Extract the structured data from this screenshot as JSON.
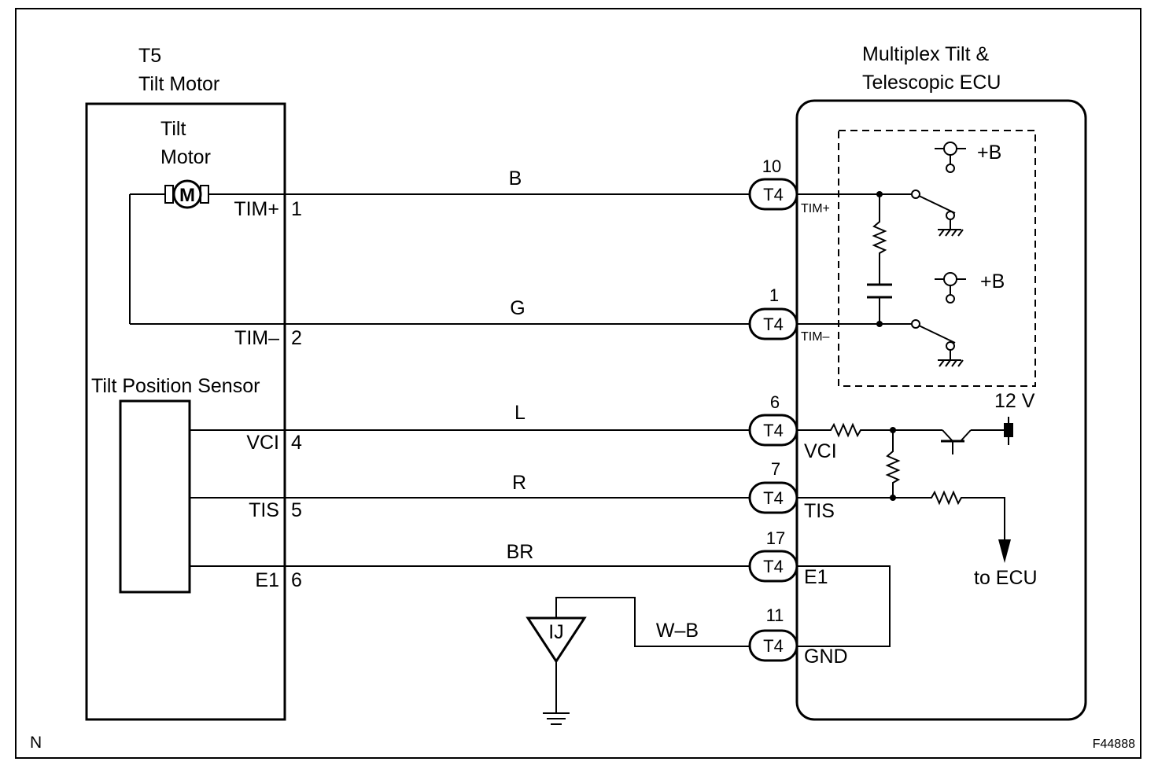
{
  "tilt_motor_unit": {
    "code": "T5",
    "name": "Tilt Motor",
    "motor_label_line1": "Tilt",
    "motor_label_line2": "Motor",
    "motor_symbol": "M",
    "sensor_label": "Tilt Position Sensor"
  },
  "ecu": {
    "title_line1": "Multiplex Tilt &",
    "title_line2": "Telescopic ECU",
    "supply_top": "+B",
    "supply_bottom": "+B",
    "voltage": "12 V",
    "to_ecu": "to ECU"
  },
  "wires": [
    {
      "color": "B",
      "left_terminal": "TIM+",
      "left_pin": "1",
      "conn_pin": "10",
      "connector": "T4",
      "ecu_terminal": "TIM+"
    },
    {
      "color": "G",
      "left_terminal": "TIM–",
      "left_pin": "2",
      "conn_pin": "1",
      "connector": "T4",
      "ecu_terminal": "TIM–"
    },
    {
      "color": "L",
      "left_terminal": "VCI",
      "left_pin": "4",
      "conn_pin": "6",
      "connector": "T4",
      "ecu_terminal": "VCI"
    },
    {
      "color": "R",
      "left_terminal": "TIS",
      "left_pin": "5",
      "conn_pin": "7",
      "connector": "T4",
      "ecu_terminal": "TIS"
    },
    {
      "color": "BR",
      "left_terminal": "E1",
      "left_pin": "6",
      "conn_pin": "17",
      "connector": "T4",
      "ecu_terminal": "E1"
    },
    {
      "color": "W–B",
      "conn_pin": "11",
      "connector": "T4",
      "ecu_terminal": "GND"
    }
  ],
  "ground_point": "IJ",
  "corner_left": "N",
  "figure_id": "F44888"
}
